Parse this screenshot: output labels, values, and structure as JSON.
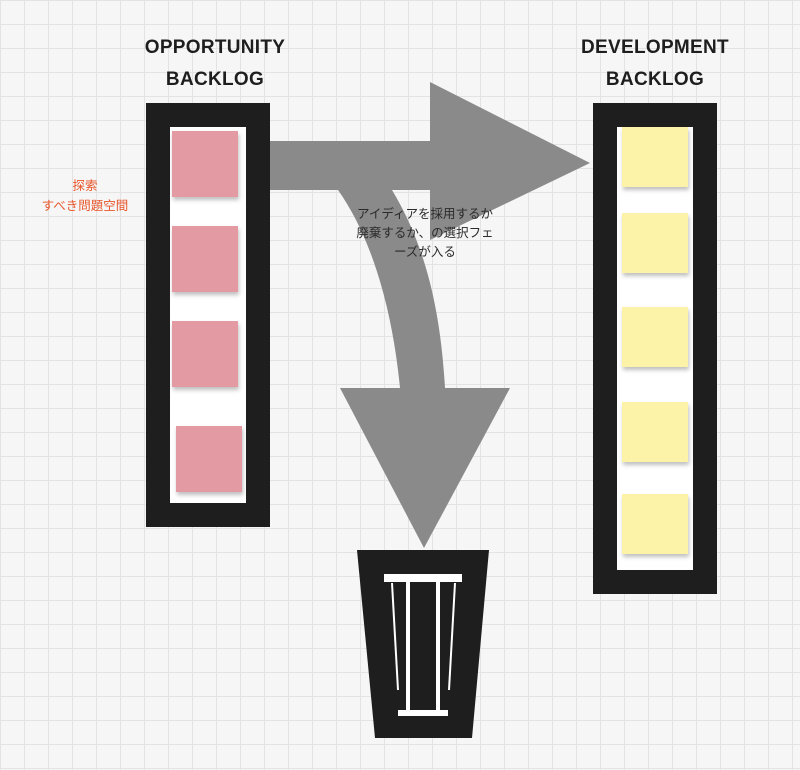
{
  "opportunity_backlog": {
    "title_line1": "OPPORTUNITY",
    "title_line2": "BACKLOG",
    "note_color": "#e49aa3",
    "note_count": 4
  },
  "development_backlog": {
    "title_line1": "DEVELOPMENT",
    "title_line2": "BACKLOG",
    "note_color": "#fcf3a8",
    "note_count": 5
  },
  "side_label": {
    "line1": "探索",
    "line2": "すべき問題空間",
    "color": "#e8562a"
  },
  "arrow_note": {
    "line1": "アイディアを採用するか",
    "line2": "廃棄するか、の選択フェ",
    "line3": "ーズが入る"
  },
  "colors": {
    "column_border": "#1e1e1e",
    "arrow_fill": "#8a8a8a",
    "trash_fill": "#1e1e1e"
  },
  "icons": {
    "trash": "trash-can-icon",
    "decision_arrow": "split-arrow-icon"
  }
}
